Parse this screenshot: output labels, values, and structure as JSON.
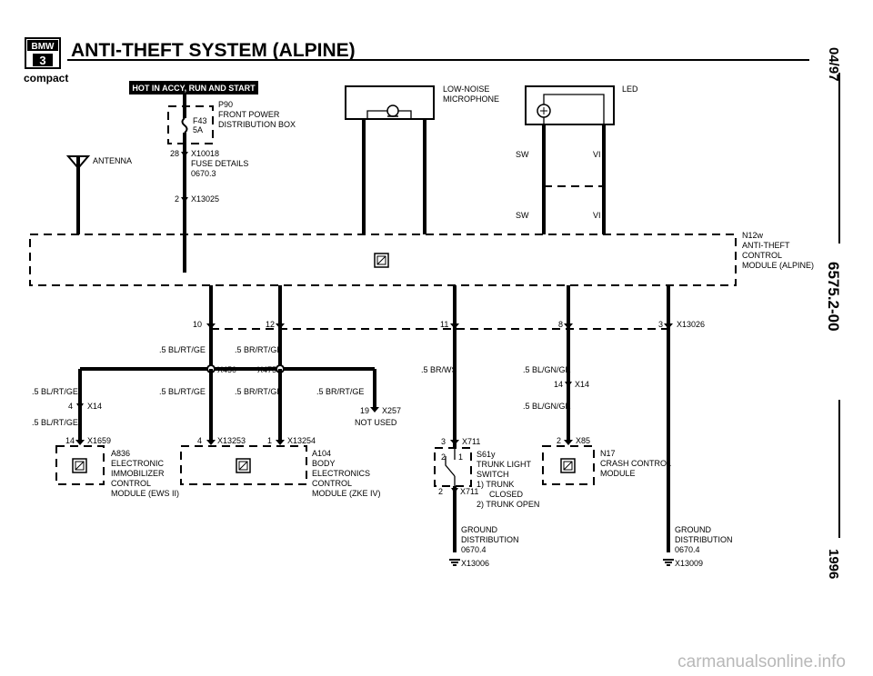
{
  "header": {
    "brand_top": "BMW",
    "brand_num": "3",
    "brand_sub": "compact",
    "title": "ANTI-THEFT SYSTEM (ALPINE)"
  },
  "side_labels": {
    "date": "04/97",
    "code": "6575.2-00",
    "year": "1996"
  },
  "hot_banner": "HOT IN ACCY, RUN AND START",
  "fuse": {
    "id": "P90",
    "desc1": "FRONT POWER",
    "desc2": "DISTRIBUTION BOX",
    "fuse": "F43",
    "amps": "5A"
  },
  "fuse_details": {
    "pin": "28",
    "connector": "X10018",
    "desc": "FUSE DETAILS",
    "ref": "0670.3"
  },
  "conn_x13025_top": {
    "pin": "2",
    "name": "X13025"
  },
  "antenna": "ANTENNA",
  "microphone": {
    "l1": "LOW-NOISE",
    "l2": "MICROPHONE"
  },
  "led": {
    "name": "LED",
    "sw": "SW",
    "vi": "VI"
  },
  "module_n12w": {
    "id": "N12w",
    "l1": "ANTI-THEFT",
    "l2": "CONTROL",
    "l3": "MODULE (ALPINE)"
  },
  "pins": {
    "p10": "10",
    "p12": "12",
    "p11": "11",
    "p8": "8",
    "p3": "3",
    "conn_x13026": "X13026"
  },
  "wires": {
    "w_bl_rt_ge": ".5 BL/RT/GE",
    "w_br_rt_ge": ".5 BR/RT/GE",
    "w_br_ws": ".5 BR/WS",
    "w_bl_gn_ge": ".5 BL/GN/GE"
  },
  "splices": {
    "x450": "X450",
    "x475": "X475"
  },
  "x14": {
    "pin4": "4",
    "name": "X14",
    "pin14": "14"
  },
  "x257": {
    "pin": "19",
    "name": "X257",
    "note": "NOT USED"
  },
  "a836": {
    "pin": "14",
    "conn": "X1659",
    "id": "A836",
    "l1": "ELECTRONIC",
    "l2": "IMMOBILIZER",
    "l3": "CONTROL",
    "l4": "MODULE (EWS II)"
  },
  "a104": {
    "pin4": "4",
    "conn1": "X13253",
    "pin1": "1",
    "conn2": "X13254",
    "id": "A104",
    "l1": "BODY",
    "l2": "ELECTRONICS",
    "l3": "CONTROL",
    "l4": "MODULE (ZKE IV)"
  },
  "s61y": {
    "pin3": "3",
    "conn": "X711",
    "c2": "2",
    "c1": "1",
    "id": "S61y",
    "l1": "TRUNK LIGHT",
    "l2": "SWITCH",
    "n1": "1) TRUNK",
    "n1b": "CLOSED",
    "n2": "2) TRUNK OPEN",
    "pin2": "2"
  },
  "n17": {
    "pin": "2",
    "conn": "X85",
    "id": "N17",
    "l1": "CRASH CONTROL",
    "l2": "MODULE"
  },
  "ground_left": {
    "l1": "GROUND",
    "l2": "DISTRIBUTION",
    "l3": "0670.4",
    "conn": "X13006"
  },
  "ground_right": {
    "l1": "GROUND",
    "l2": "DISTRIBUTION",
    "l3": "0670.4",
    "conn": "X13009"
  },
  "watermark": "carmanualsonline.info"
}
